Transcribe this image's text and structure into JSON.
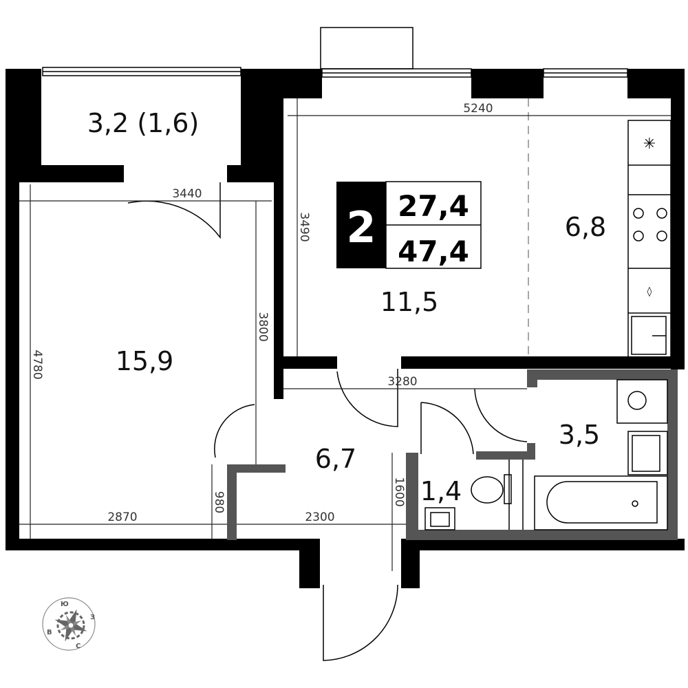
{
  "plan": {
    "rooms": {
      "balcony": "3,2 (1,6)",
      "bedroom": "15,9",
      "living": "11,5",
      "kitchen": "6,8",
      "hall": "6,7",
      "bathroom": "3,5",
      "wc": "1,4"
    },
    "dimensions": {
      "d5240": "5240",
      "d3490": "3490",
      "d3440": "3440",
      "d3800": "3800",
      "d4780": "4780",
      "d2870": "2870",
      "d980": "980",
      "d3280": "3280",
      "d2300": "2300",
      "d1600": "1600"
    },
    "badge": {
      "rooms": "2",
      "living_area": "27,4",
      "total_area": "47,4"
    },
    "compass": {
      "n": "Ю",
      "e": "З",
      "w": "В",
      "s": "С"
    },
    "colors": {
      "wall": "#000000",
      "partition": "#555555"
    }
  }
}
